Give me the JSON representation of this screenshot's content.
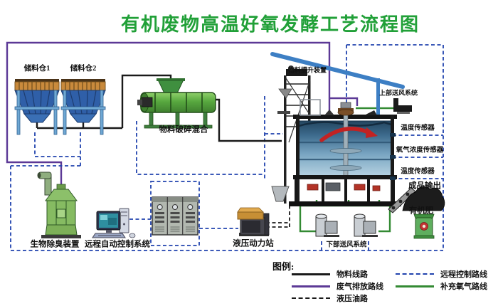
{
  "title": "有机废物高温好氧发酵工艺流程图",
  "equipment": {
    "hopper1": "储料仓1",
    "hopper2": "储料仓2",
    "crusher": "物料破碎混合",
    "lifter": "物料提升装置",
    "upper_air": "上部送风系统",
    "lower_air": "下部送风系统",
    "deodorizer": "生物除臭装置",
    "remote_control": "远程自动控制系统",
    "hydraulic_station": "液压动力站",
    "product_output": "成品输出",
    "organic_fertilizer": "有机肥"
  },
  "sensors": {
    "temp_top": "温度传感器",
    "oxygen": "氧气浓度传感器",
    "temp_bottom": "温度传感器"
  },
  "legend": {
    "heading": "图例:",
    "items": [
      {
        "label": "物料线路",
        "color": "#1a1a1a",
        "style": "solid"
      },
      {
        "label": "废气排放路线",
        "color": "#5c3996",
        "style": "solid"
      },
      {
        "label": "液压油路",
        "color": "#1a1a1a",
        "style": "dashed"
      },
      {
        "label": "远程控制路线",
        "color": "#2143ae",
        "style": "dashed"
      },
      {
        "label": "补充氧气路线",
        "color": "#338a33",
        "style": "solid"
      }
    ]
  },
  "colors": {
    "title_green": "#21a038",
    "material_line": "#1a1a1a",
    "waste_gas_line": "#5c3996",
    "hydraulic_oil_line": "#1a1a1a",
    "remote_control_line": "#2143ae",
    "oxygen_line": "#338a33",
    "stir_arrow": "#c22222"
  }
}
